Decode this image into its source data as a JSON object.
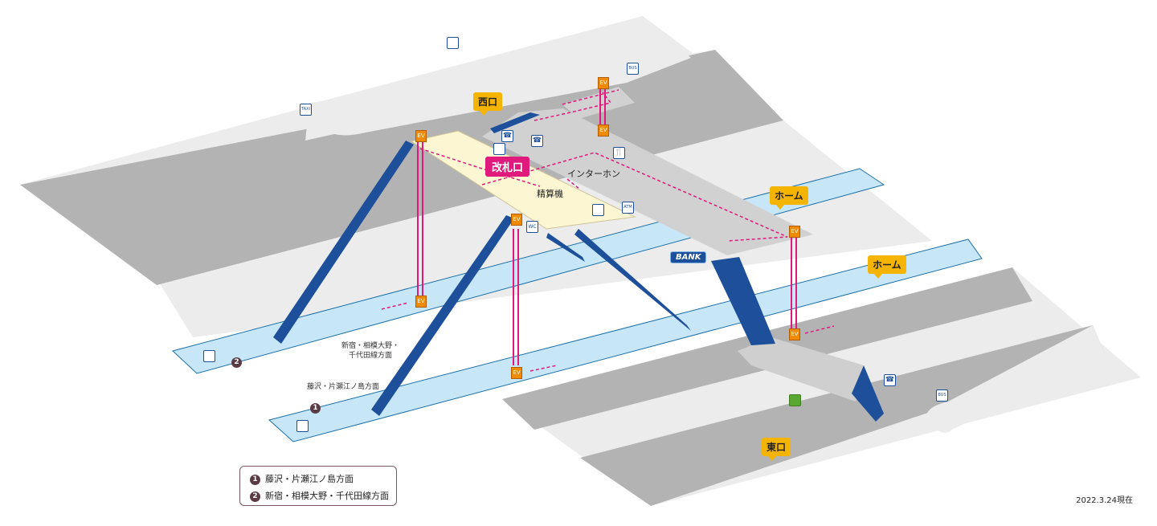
{
  "labels": {
    "west_exit": "西口",
    "east_exit": "東口",
    "ticket_gate": "改札口",
    "platform_upper": "ホーム",
    "platform_lower": "ホーム",
    "fare_adjust": "精算機",
    "intercom": "インターホン",
    "bank": "BANK",
    "dir_upper_line1": "新宿・相模大野・",
    "dir_upper_line2": "千代田線方面",
    "dir_lower": "藤沢・片瀬江ノ島方面",
    "platform_num_upper": "2",
    "platform_num_lower": "1"
  },
  "legend": {
    "items": [
      {
        "num": "1",
        "text": "藤沢・片瀬江ノ島方面"
      },
      {
        "num": "2",
        "text": "新宿・相模大野・千代田線方面"
      }
    ]
  },
  "date": "2022.3.24現在",
  "icons": {
    "elevator": "EV",
    "phone": "☎",
    "taxi": "TAXI",
    "bus": "BUS",
    "toilet": "WC",
    "restaurant": "🍴",
    "atm": "ATM"
  },
  "colors": {
    "road": "#b3b3b3",
    "sidewalk": "#ececec",
    "platform": "#c7e7f8",
    "concourse": "#fdf6d3",
    "stairs": "#1d4f9a",
    "route": "#e0197d",
    "sign": "#f5b400"
  }
}
